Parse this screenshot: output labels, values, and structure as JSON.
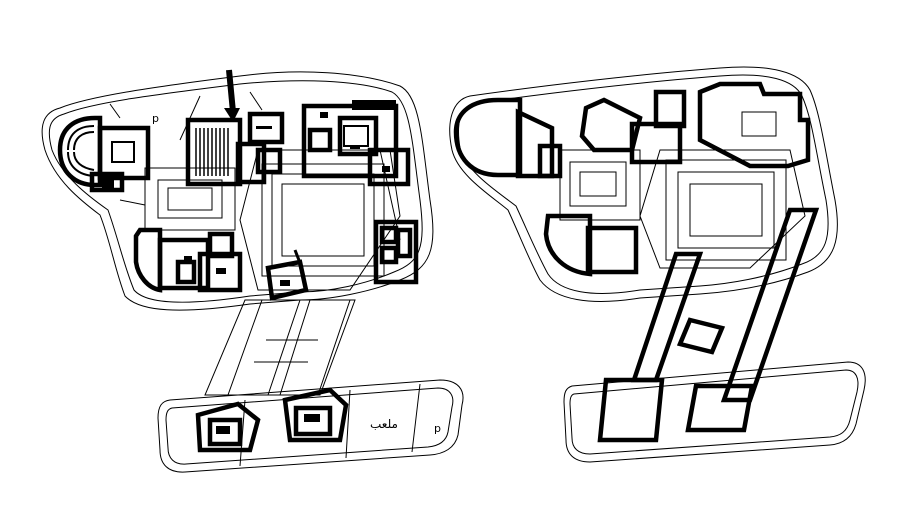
{
  "labels": {
    "parking_top": "p",
    "parking_bottom": "p",
    "playground": "ملعب"
  },
  "colors": {
    "line": "#000000",
    "background": "#ffffff"
  }
}
